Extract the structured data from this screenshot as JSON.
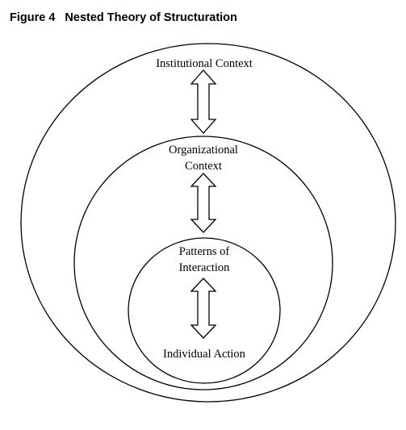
{
  "figure": {
    "number": "Figure 4",
    "title": "Nested Theory of Structuration"
  },
  "levels": {
    "institutional": "Institutional Context",
    "organizational_line1": "Organizational",
    "organizational_line2": "Context",
    "patterns_line1": "Patterns of",
    "patterns_line2": "Interaction",
    "individual": "Individual Action"
  },
  "colors": {
    "stroke": "#000000",
    "fill": "#ffffff"
  },
  "arrow_icon": "double-headed-arrow-icon"
}
